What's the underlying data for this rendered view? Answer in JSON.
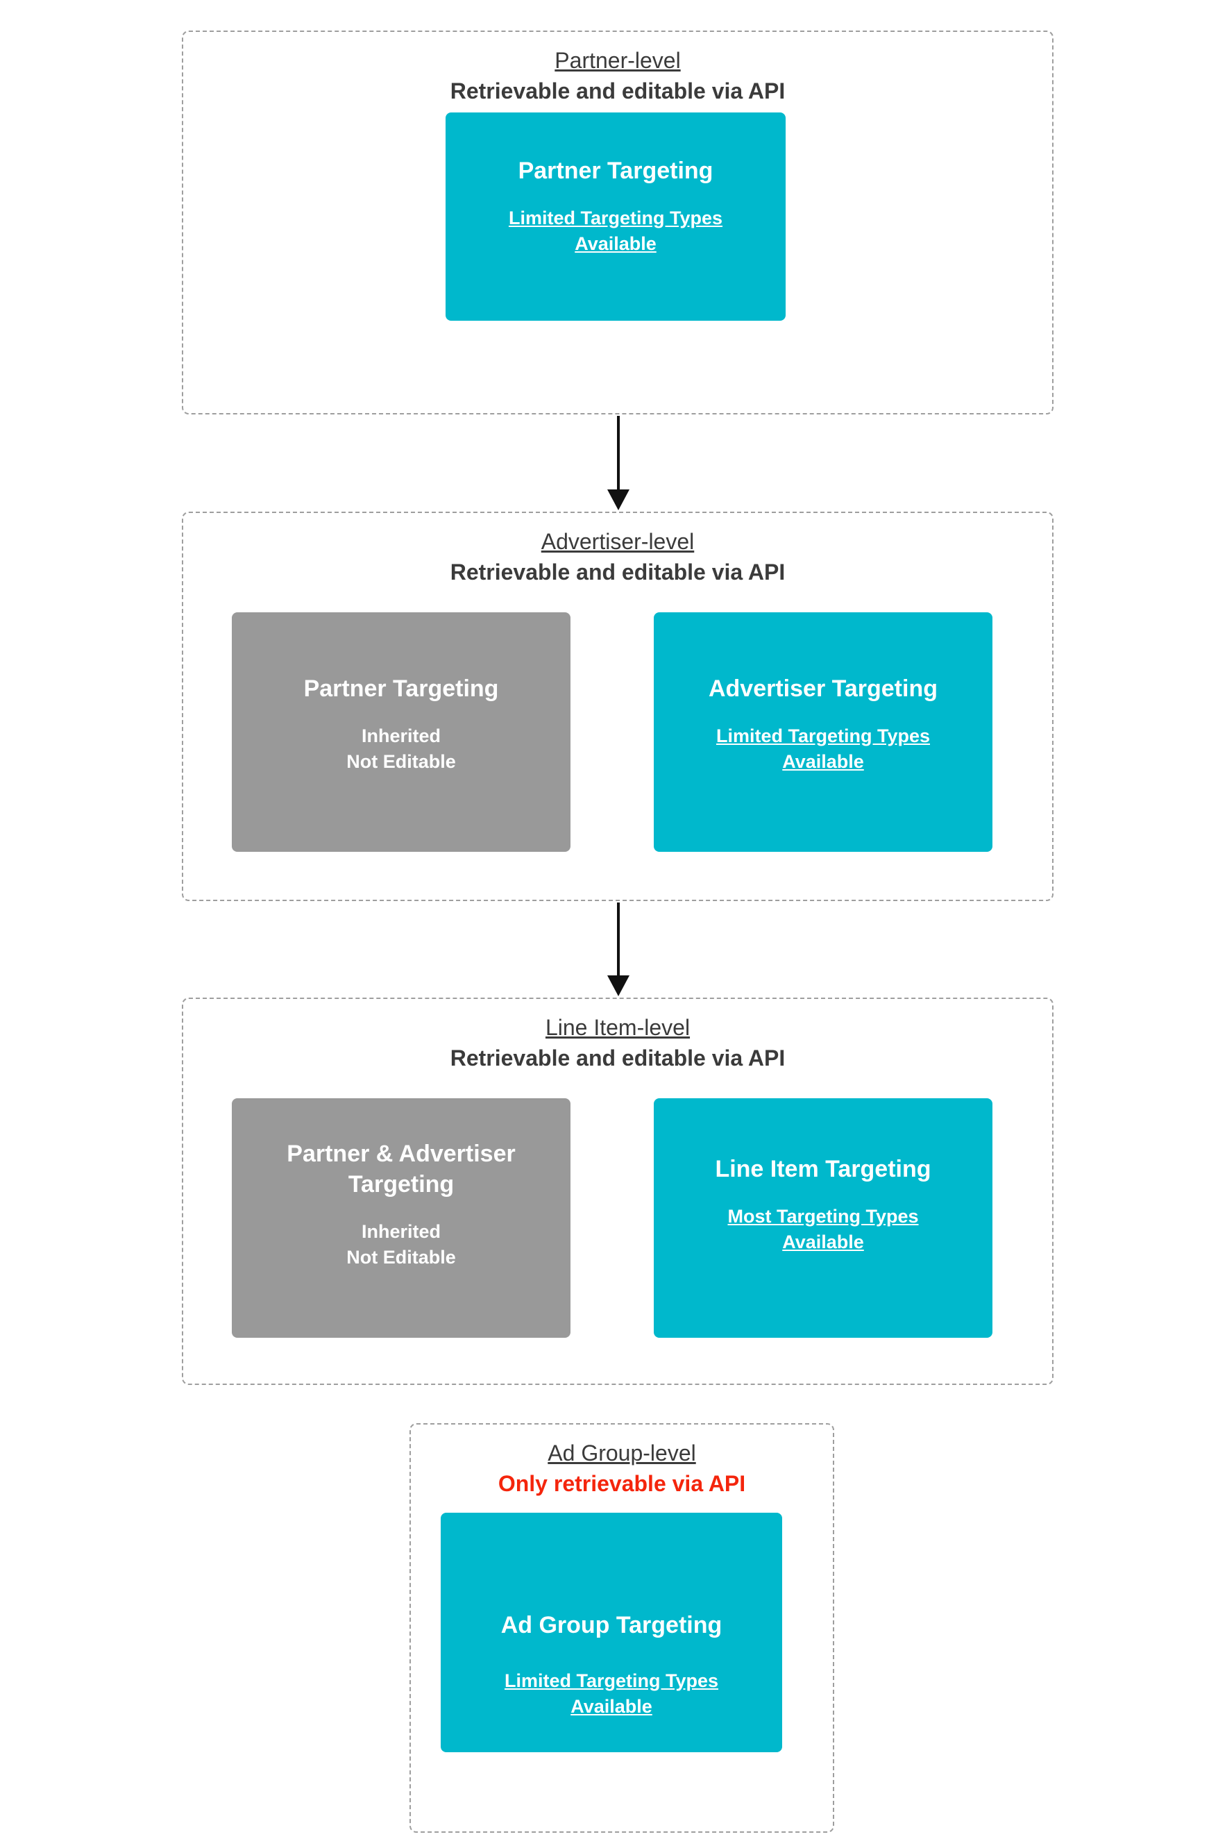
{
  "diagram": {
    "description": "Display & Video 360 targeting hierarchy levels and API editability",
    "colors": {
      "teal_card": "#00b8cc",
      "teal_card_mid": "#0095a3",
      "teal_card_dark": "#045f66",
      "gray_card": "#999999",
      "gray_card_mid": "#666666",
      "gray_card_dark": "#333333",
      "heading_text": "#3b3b3b",
      "red_text": "#f4250c",
      "card_text": "#ffffff",
      "dashed_border": "#9e9e9e",
      "arrow": "#111111"
    }
  },
  "sections": [
    {
      "title": "Partner-level",
      "subtitle": "Retrievable and editable via API",
      "cards": [
        {
          "variant": "teal",
          "title_lines": [
            "Partner Targeting"
          ],
          "body_lines": [
            "Limited Targeting Types",
            "Available"
          ],
          "body_underlined": true
        }
      ]
    },
    {
      "title": "Advertiser-level",
      "subtitle": "Retrievable and editable via API",
      "cards": [
        {
          "variant": "gray",
          "title_lines": [
            "Partner Targeting"
          ],
          "body_lines": [
            "Inherited",
            "Not Editable"
          ],
          "body_underlined": false
        },
        {
          "variant": "teal",
          "title_lines": [
            "Advertiser Targeting"
          ],
          "body_lines": [
            "Limited Targeting Types",
            "Available"
          ],
          "body_underlined": true
        }
      ]
    },
    {
      "title": "Line Item-level",
      "subtitle": "Retrievable and editable via API",
      "cards": [
        {
          "variant": "gray",
          "title_lines": [
            "Partner & Advertiser",
            "Targeting"
          ],
          "body_lines": [
            "Inherited",
            "Not Editable"
          ],
          "body_underlined": false
        },
        {
          "variant": "teal",
          "title_lines": [
            "Line Item Targeting"
          ],
          "body_lines": [
            "Most Targeting Types",
            "Available"
          ],
          "body_underlined": true
        }
      ]
    },
    {
      "title": "Ad Group-level",
      "subtitle": "Only retrievable via API",
      "subtitle_color": "red",
      "cards": [
        {
          "variant": "teal",
          "title_lines": [
            "Ad Group Targeting"
          ],
          "body_lines": [
            "Limited Targeting Types",
            "Available"
          ],
          "body_underlined": true
        }
      ]
    }
  ]
}
